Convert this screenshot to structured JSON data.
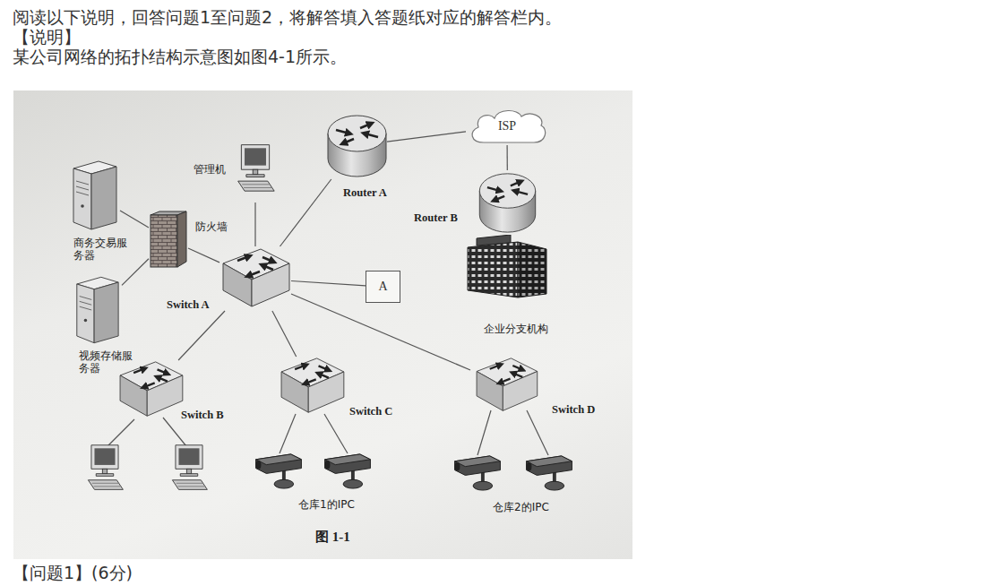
{
  "diagram": {
    "caption": "图 1-1",
    "nodes": [
      {
        "text": [
          "ISP"
        ]
      },
      {
        "text": [
          "Router A"
        ]
      },
      {
        "text": [
          "Router B"
        ]
      },
      {
        "text": [
          "管理机"
        ]
      },
      {
        "text": [
          "商务交易服务器"
        ]
      },
      {
        "text": [
          "防火墙"
        ]
      },
      {
        "text": [
          "Switch A"
        ]
      },
      {
        "text": [
          "A"
        ]
      },
      {
        "text": [
          "视频存储服务器"
        ]
      },
      {
        "text": [
          "企业分支机构"
        ]
      },
      {
        "text": [
          "Switch B"
        ]
      },
      {
        "text": [
          "Switch C"
        ]
      },
      {
        "text": [
          "Switch D"
        ]
      }
    ],
    "edges": [
      {
        "from": 1,
        "to": 0,
        "arrow": "none"
      },
      {
        "from": 0,
        "to": 2,
        "arrow": "none"
      },
      {
        "from": 2,
        "to": 9,
        "arrow": "none"
      },
      {
        "from": 1,
        "to": 6,
        "arrow": "none"
      },
      {
        "from": 3,
        "to": 6,
        "arrow": "none"
      },
      {
        "from": 4,
        "to": 5,
        "arrow": "none"
      },
      {
        "from": 8,
        "to": 5,
        "arrow": "none"
      },
      {
        "from": 5,
        "to": 6,
        "arrow": "none"
      },
      {
        "from": 6,
        "to": 7,
        "arrow": "none"
      },
      {
        "from": 6,
        "to": 10,
        "arrow": "none"
      },
      {
        "from": 6,
        "to": 11,
        "arrow": "none"
      },
      {
        "from": 6,
        "to": 12,
        "arrow": "none"
      }
    ],
    "labels": [
      "阅读以下说明，回答问题1至问题2，将解答填入答题纸对应的解答栏内。",
      "【说明】",
      "某公司网络的拓扑结构示意图如图4-1所示。",
      "仓库1的IPC",
      "仓库2的IPC",
      "【问题1】(6分)"
    ]
  }
}
